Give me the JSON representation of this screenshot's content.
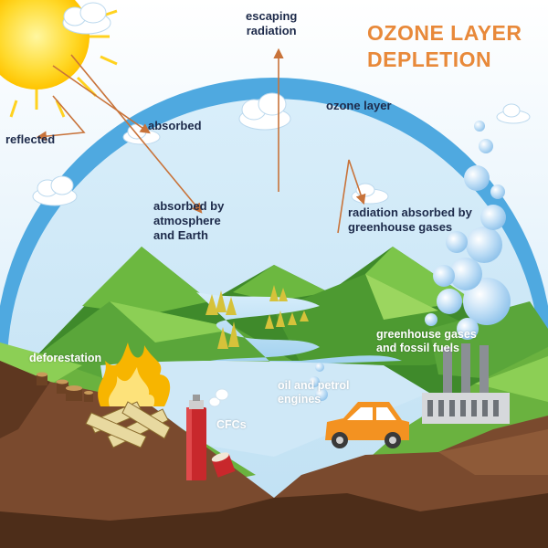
{
  "title": {
    "line1": "OZONE LAYER",
    "line2": "DEPLETION"
  },
  "labels": {
    "escaping_radiation": "escaping\nradiation",
    "ozone_layer": "ozone layer",
    "reflected": "reflected",
    "absorbed": "absorbed",
    "absorbed_by_atmosphere": "absorbed by\natmosphere\nand Earth",
    "radiation_absorbed": "radiation absorbed by\ngreenhouse gases",
    "greenhouse_fossil": "greenhouse gases\nand fossil fuels",
    "deforestation": "deforestation",
    "oil_petrol": "oil and petrol\nengines",
    "cfcs": "CFCs"
  },
  "colors": {
    "title": "#e8893a",
    "label_dark": "#1d2a4a",
    "arrow": "#c8733a",
    "sky": "#cfe8f6",
    "ozone_band": "#4fa9e0",
    "mountain_green": "#5aa63a",
    "soil": "#7a4a2e",
    "car": "#f39221",
    "fire": "#f7b500"
  }
}
